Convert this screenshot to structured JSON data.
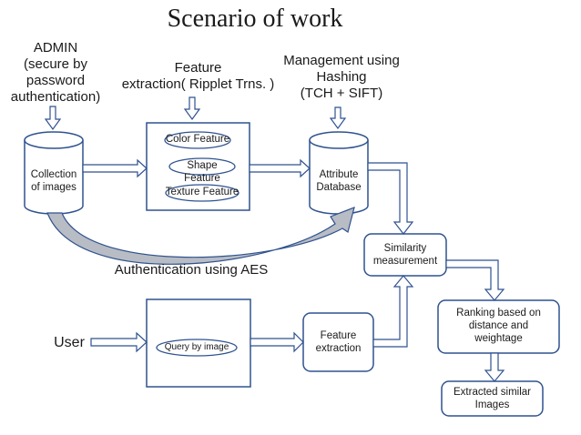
{
  "title": "Scenario of work",
  "admin_label": "ADMIN\n(secure by\npassword\nauthentication)",
  "feature_extraction_top_label": "Feature\nextraction( Ripplet Trns. )",
  "management_label": "Management using\nHashing\n(TCH + SIFT)",
  "collection_db": "Collection\nof images",
  "features": [
    "Color Feature",
    "Shape Feature",
    "Texture Feature"
  ],
  "attribute_db": "Attribute\nDatabase",
  "similarity_box": "Similarity\nmeasurement",
  "auth_aes_label": "Authentication using AES",
  "user_label": "User",
  "query_by_image": "Query by image",
  "feature_extraction_box": "Feature\nextraction",
  "ranking_box": "Ranking based on\ndistance and\nweightage",
  "extracted_box": "Extracted similar\nImages",
  "colors": {
    "stroke": "#2f528f",
    "fill": "#ffffff",
    "shadow": "#b8bcc4",
    "text": "#1a1a1a"
  }
}
